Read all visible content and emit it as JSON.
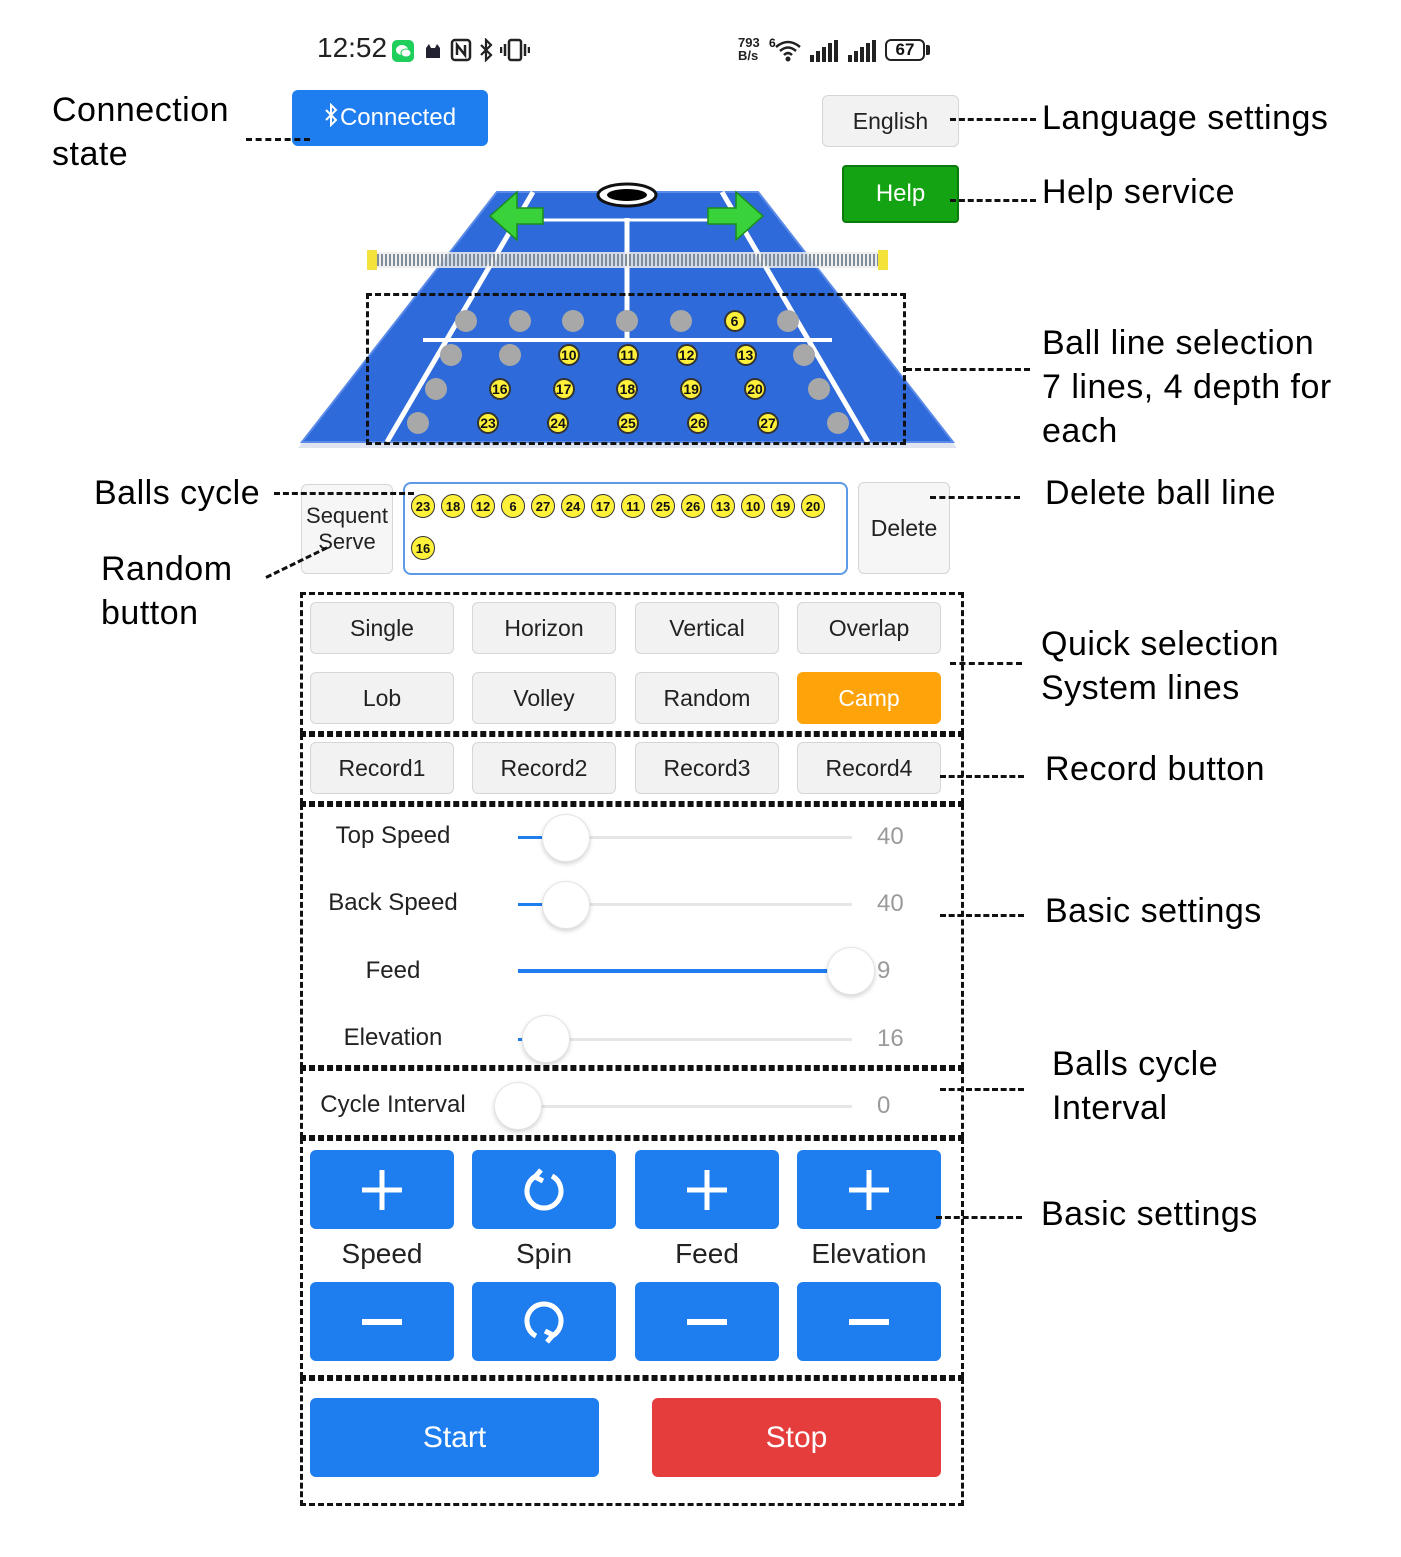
{
  "status_bar": {
    "time": "12:52",
    "net_speed_top": "793",
    "net_speed_bottom": "B/s",
    "wifi_sup": "6",
    "battery": "67",
    "icons": [
      "wechat-icon",
      "cat-icon",
      "nfc-icon",
      "bluetooth-icon",
      "vibrate-icon",
      "wifi-icon",
      "signal-icon",
      "battery-icon"
    ]
  },
  "header": {
    "connected_label": "Connected",
    "language_label": "English",
    "help_label": "Help"
  },
  "court": {
    "rows": [
      [
        {
          "type": "gray"
        },
        {
          "type": "gray"
        },
        {
          "type": "gray"
        },
        {
          "type": "gray"
        },
        {
          "type": "gray"
        },
        {
          "type": "yellow",
          "label": "6"
        },
        {
          "type": "gray"
        }
      ],
      [
        {
          "type": "gray"
        },
        {
          "type": "gray"
        },
        {
          "type": "yellow",
          "label": "10"
        },
        {
          "type": "yellow",
          "label": "11"
        },
        {
          "type": "yellow",
          "label": "12"
        },
        {
          "type": "yellow",
          "label": "13"
        },
        {
          "type": "gray"
        }
      ],
      [
        {
          "type": "gray"
        },
        {
          "type": "yellow",
          "label": "16"
        },
        {
          "type": "yellow",
          "label": "17"
        },
        {
          "type": "yellow",
          "label": "18"
        },
        {
          "type": "yellow",
          "label": "19"
        },
        {
          "type": "yellow",
          "label": "20"
        },
        {
          "type": "gray"
        }
      ],
      [
        {
          "type": "gray"
        },
        {
          "type": "yellow",
          "label": "23"
        },
        {
          "type": "yellow",
          "label": "24"
        },
        {
          "type": "yellow",
          "label": "25"
        },
        {
          "type": "yellow",
          "label": "26"
        },
        {
          "type": "yellow",
          "label": "27"
        },
        {
          "type": "gray"
        }
      ]
    ]
  },
  "sequence": {
    "mode_line1": "Sequent",
    "mode_line2": "Serve",
    "balls": [
      "23",
      "18",
      "12",
      "6",
      "27",
      "24",
      "17",
      "11",
      "25",
      "26",
      "13",
      "10",
      "19",
      "20",
      "16"
    ],
    "delete_label": "Delete"
  },
  "quick": {
    "row1": [
      "Single",
      "Horizon",
      "Vertical",
      "Overlap"
    ],
    "row2": [
      "Lob",
      "Volley",
      "Random",
      "Camp"
    ],
    "records": [
      "Record1",
      "Record2",
      "Record3",
      "Record4"
    ]
  },
  "sliders": [
    {
      "label": "Top Speed",
      "value": "40"
    },
    {
      "label": "Back Speed",
      "value": "40"
    },
    {
      "label": "Feed",
      "value": "9"
    },
    {
      "label": "Elevation",
      "value": "16"
    },
    {
      "label": "Cycle Interval",
      "value": "0"
    }
  ],
  "controls": {
    "labels": [
      "Speed",
      "Spin",
      "Feed",
      "Elevation"
    ]
  },
  "actions": {
    "start_label": "Start",
    "stop_label": "Stop"
  },
  "annotations": {
    "connection_1": "Connection",
    "connection_2": "state",
    "language": "Language settings",
    "help": "Help service",
    "ball_line_1": "Ball line selection",
    "ball_line_2": "7 lines, 4 depth for",
    "ball_line_3": "each",
    "balls_cycle": "Balls cycle",
    "delete_line": "Delete ball line",
    "random_1": "Random",
    "random_2": "button",
    "quick_1": "Quick selection",
    "quick_2": "System lines",
    "record": "Record button",
    "basic1": "Basic settings",
    "interval_1": "Balls cycle",
    "interval_2": "Interval",
    "basic2": "Basic settings"
  },
  "colors": {
    "accent": "#1e7ef0",
    "help": "#13a313",
    "camp": "#ffa30a",
    "stop": "#e53c3c",
    "court": "#2e6ad9",
    "ball": "#fff13a"
  }
}
